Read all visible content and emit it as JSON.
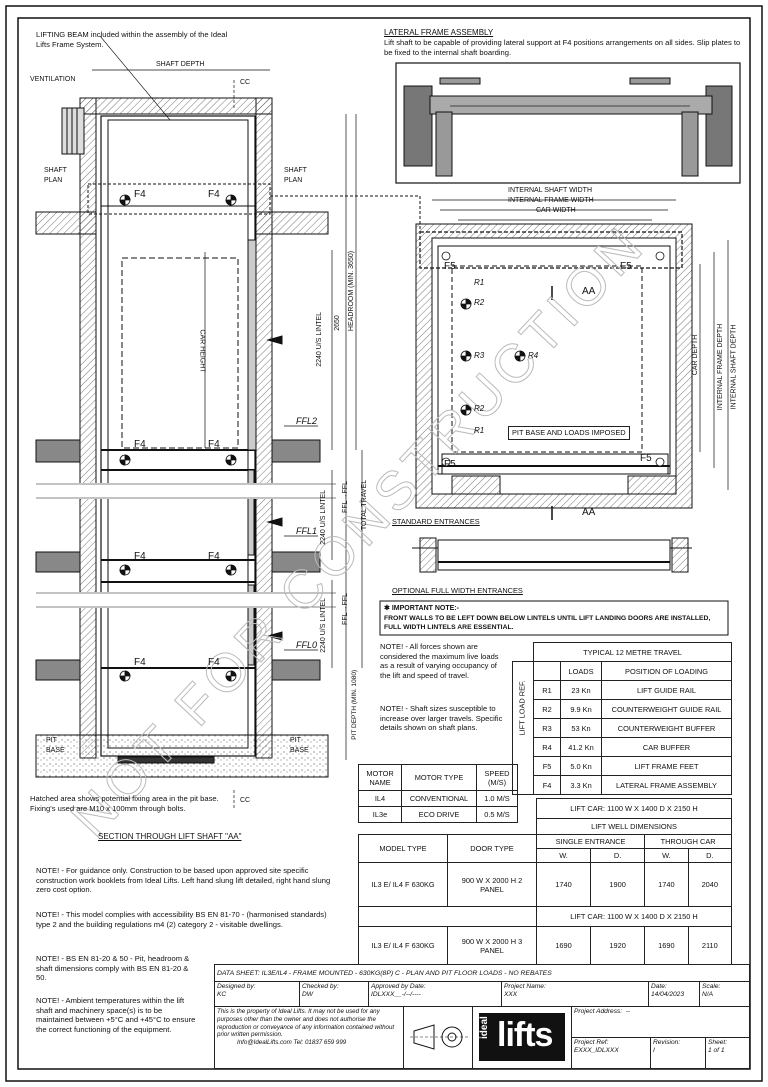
{
  "notes_top": {
    "lifting_beam": "LIFTING BEAM included within the assembly of the Ideal Lifts Frame System.",
    "lateral_title": "LATERAL FRAME ASSEMBLY",
    "lateral_text": "Lift shaft to be capable of providing lateral support at F4 positions arrangements on all sides. Slip plates to be fixed to the internal shaft boarding.",
    "ventilation": "VENTILATION",
    "shaft_depth": "SHAFT DEPTH",
    "cc": "CC",
    "shaft_plan_left": "SHAFT PLAN",
    "shaft_plan_right": "SHAFT PLAN"
  },
  "section_labels": {
    "f4": "F4",
    "f5": "F5",
    "car_height": "CAR HEIGHT",
    "headroom": "HEADROOM (MIN. 3650)",
    "d2650": "2650",
    "lintel_2240_top": "2240 U/S LINTEL",
    "lintel_2240_mid": "2240 U/S LINTEL",
    "lintel_2240_bot": "2240 U/S LINTEL",
    "ffl2": "FFL2",
    "ffl1": "FFL1",
    "ffl0": "FFL0",
    "ffl_ffl_1": "FFL→FFL",
    "ffl_ffl_2": "FFL→FFL",
    "total_travel": "TOTAL TRAVEL",
    "pit_depth": "PIT DEPTH (MIN. 1080)",
    "pit_base_left": "PIT BASE",
    "pit_base_right": "PIT BASE",
    "cc_bottom": "CC",
    "hatched_note": "Hatched area shows potential fixing area in the pit base. Fixing's used are M10 x 100mm through bolts.",
    "section_title": "SECTION THROUGH LIFT SHAFT \"AA\""
  },
  "plan_labels": {
    "internal_shaft_width": "INTERNAL SHAFT WIDTH",
    "internal_frame_width": "INTERNAL FRAME WIDTH",
    "car_width": "CAR WIDTH",
    "car_depth": "CAR DEPTH",
    "internal_frame_depth": "INTERNAL FRAME DEPTH",
    "internal_shaft_depth": "INTERNAL SHAFT DEPTH",
    "aa": "AA",
    "r1": "R1",
    "r2": "R2",
    "r3": "R3",
    "r4": "R4",
    "pit_base_loads": "PIT BASE AND LOADS IMPOSED",
    "standard_entrances": "STANDARD ENTRANCES",
    "optional_entrances": "OPTIONAL FULL WIDTH ENTRANCES"
  },
  "watermark": "NOT FOR CONSTRUCTION",
  "important_note": {
    "title": "IMPORTANT NOTE:-",
    "text": "FRONT WALLS TO BE LEFT DOWN BELOW LINTELS UNTIL LIFT LANDING DOORS ARE INSTALLED, FULL WIDTH LINTELS ARE ESSENTIAL."
  },
  "mid_notes": {
    "forces": "NOTE! - All forces shown are considered the maximum live loads as a result of varying occupancy of the lift and speed of travel.",
    "shaft_sizes": "NOTE! - Shaft sizes susceptible to increase over larger travels. Specific details shown on shaft plans."
  },
  "loads_table": {
    "title": "TYPICAL 12 METRE TRAVEL",
    "side_label": "LIFT LOAD REF.",
    "headers": [
      "LOADS",
      "POSITION OF LOADING"
    ],
    "rows": [
      [
        "R1",
        "23 Kn",
        "LIFT GUIDE RAIL"
      ],
      [
        "R2",
        "9.9 Kn",
        "COUNTERWEIGHT GUIDE RAIL"
      ],
      [
        "R3",
        "53 Kn",
        "COUNTERWEIGHT BUFFER"
      ],
      [
        "R4",
        "41.2 Kn",
        "CAR BUFFER"
      ],
      [
        "F5",
        "5.0 Kn",
        "LIFT FRAME FEET"
      ],
      [
        "F4",
        "3.3 Kn",
        "LATERAL FRAME ASSEMBLY"
      ]
    ]
  },
  "motor_table": {
    "headers": [
      "MOTOR NAME",
      "MOTOR TYPE",
      "SPEED (M/S)"
    ],
    "rows": [
      [
        "IL4",
        "CONVENTIONAL",
        "1.0 M/S"
      ],
      [
        "IL3e",
        "ECO DRIVE",
        "0.5 M/S"
      ]
    ]
  },
  "dims_table": {
    "car1": "LIFT CAR: 1100 W X 1400 D X 2150 H",
    "well": "LIFT WELL DIMENSIONS",
    "model_type": "MODEL TYPE",
    "door_type": "DOOR TYPE",
    "single": "SINGLE ENTRANCE",
    "through": "THROUGH CAR",
    "w": "W.",
    "d": "D.",
    "row1": {
      "model": "IL3 E/ IL4 F 630KG",
      "door": "900 W X 2000 H 2 PANEL",
      "sw": "1740",
      "sd": "1900",
      "tw": "1740",
      "td": "2040"
    },
    "car2": "LIFT CAR: 1100 W X 1400 D X 2150 H",
    "row2": {
      "model": "IL3 E/ IL4 F 630KG",
      "door": "900 W X 2000 H 3 PANEL",
      "sw": "1690",
      "sd": "1920",
      "tw": "1690",
      "td": "2110"
    }
  },
  "bottom_notes": [
    "NOTE! - For guidance only. Construction to be based upon approved site specific construction work booklets from Ideal Lifts. Left hand slung lift detailed, right hand slung zero cost option.",
    "NOTE! - This model complies with accessibility BS EN 81-70 - (harmonised standards) type 2 and the building regulations m4 (2) category 2 - visitable dwellings.",
    "NOTE! - BS EN 81-20 & 50 - Pit, headroom & shaft dimensions comply with BS EN 81-20 & 50.",
    "NOTE! - Ambient temperatures within the lift shaft and machinery space(s) is to be maintained between +5°C and +45°C to ensure the correct functioning of the equipment."
  ],
  "title_block": {
    "data_sheet": "DATA SHEET: IL3E/IL4 - FRAME MOUNTED - 630KG(8P) C - PLAN AND PIT FLOOR LOADS - NO REBATES",
    "designed_by_label": "Designed by:",
    "designed_by": "KC",
    "checked_by_label": "Checked by:",
    "checked_by": "DW",
    "approved_label": "Approved by Date:",
    "approved": "IDLXXX__-/--/----",
    "project_name_label": "Project Name:",
    "project_name": "XXX",
    "date_label": "Date:",
    "date": "14/04/2023",
    "scale_label": "Scale:",
    "scale": "N/A",
    "property": "This is the property of Ideal Lifts. It may not be used for any purposes other than the owner and does not authorise the reproduction or conveyance of any information contained without prior written permission.",
    "contact": "Info@IdealLifts.com Tel: 01837 659 999",
    "logo_small": "ideal",
    "logo_big": "lifts",
    "project_address_label": "Project Address:",
    "project_address": "--",
    "project_ref_label": "Project Ref:",
    "project_ref": "EXXX_IDLXXX",
    "revision_label": "Revision:",
    "revision": "I",
    "sheet_label": "Sheet:",
    "sheet": "1 of 1"
  }
}
